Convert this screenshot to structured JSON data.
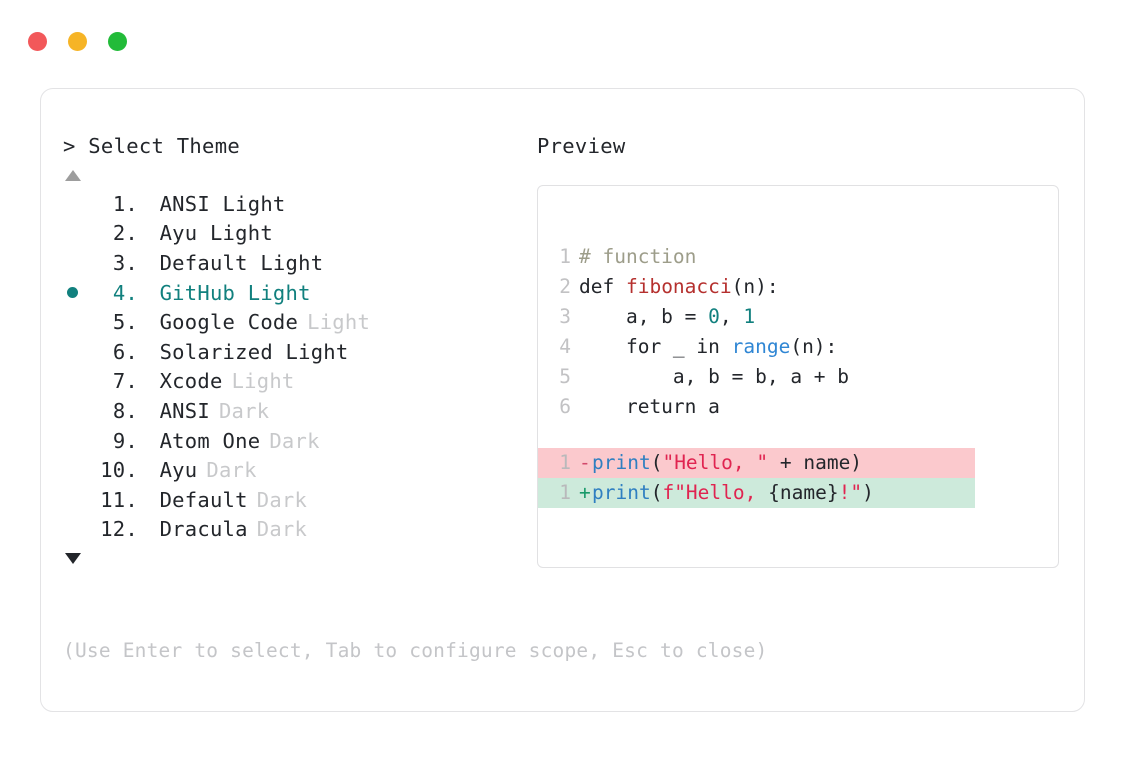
{
  "window": {
    "traffic_lights": [
      {
        "name": "close-button",
        "color": "#f2585a"
      },
      {
        "name": "minimize-button",
        "color": "#f6b426"
      },
      {
        "name": "maximize-button",
        "color": "#22bb39"
      }
    ]
  },
  "theme_panel": {
    "header": "> Select Theme",
    "scroll_up_icon": "triangle-up-icon",
    "scroll_down_icon": "triangle-down-icon",
    "selected_index": 4,
    "selected_bullet_color": "#11807e",
    "items": [
      {
        "index": "1.",
        "name": "ANSI Light",
        "suffix": "",
        "selected": false
      },
      {
        "index": "2.",
        "name": "Ayu Light",
        "suffix": "",
        "selected": false
      },
      {
        "index": "3.",
        "name": "Default Light",
        "suffix": "",
        "selected": false
      },
      {
        "index": "4.",
        "name": "GitHub Light",
        "suffix": "",
        "selected": true
      },
      {
        "index": "5.",
        "name": "Google Code",
        "suffix": "Light",
        "selected": false
      },
      {
        "index": "6.",
        "name": "Solarized Light",
        "suffix": "",
        "selected": false
      },
      {
        "index": "7.",
        "name": "Xcode",
        "suffix": "Light",
        "selected": false
      },
      {
        "index": "8.",
        "name": "ANSI",
        "suffix": "Dark",
        "selected": false
      },
      {
        "index": "9.",
        "name": "Atom One",
        "suffix": "Dark",
        "selected": false
      },
      {
        "index": "10.",
        "name": "Ayu",
        "suffix": "Dark",
        "selected": false
      },
      {
        "index": "11.",
        "name": "Default",
        "suffix": "Dark",
        "selected": false
      },
      {
        "index": "12.",
        "name": "Dracula",
        "suffix": "Dark",
        "selected": false
      }
    ]
  },
  "hint": "(Use Enter to select, Tab to configure scope, Esc to close)",
  "preview_panel": {
    "header": "Preview",
    "code_lines": [
      {
        "ln": "1",
        "tokens": [
          {
            "t": "# function",
            "c": "comment"
          }
        ]
      },
      {
        "ln": "2",
        "tokens": [
          {
            "t": "def ",
            "c": "plain"
          },
          {
            "t": "fibonacci",
            "c": "fn"
          },
          {
            "t": "(n):",
            "c": "plain"
          }
        ]
      },
      {
        "ln": "3",
        "tokens": [
          {
            "t": "    a, b = ",
            "c": "plain"
          },
          {
            "t": "0",
            "c": "num"
          },
          {
            "t": ", ",
            "c": "plain"
          },
          {
            "t": "1",
            "c": "num"
          }
        ]
      },
      {
        "ln": "4",
        "tokens": [
          {
            "t": "    for _ in ",
            "c": "plain"
          },
          {
            "t": "range",
            "c": "builtin"
          },
          {
            "t": "(n):",
            "c": "plain"
          }
        ]
      },
      {
        "ln": "5",
        "tokens": [
          {
            "t": "        a, b = b, a + b",
            "c": "plain"
          }
        ]
      },
      {
        "ln": "6",
        "tokens": [
          {
            "t": "    return a",
            "c": "plain"
          }
        ]
      }
    ],
    "diff_lines": [
      {
        "ln": "1",
        "sign": "-",
        "kind": "minus",
        "background": "#fbc9cd",
        "tokens": [
          {
            "t": "print",
            "c": "call"
          },
          {
            "t": "(",
            "c": "plain"
          },
          {
            "t": "\"Hello, \"",
            "c": "str"
          },
          {
            "t": " + name)",
            "c": "plain"
          }
        ]
      },
      {
        "ln": "1",
        "sign": "+",
        "kind": "plus",
        "background": "#cdeadb",
        "tokens": [
          {
            "t": "print",
            "c": "call"
          },
          {
            "t": "(",
            "c": "plain"
          },
          {
            "t": "f\"Hello, ",
            "c": "str"
          },
          {
            "t": "{name}",
            "c": "plain"
          },
          {
            "t": "!\"",
            "c": "str"
          },
          {
            "t": ")",
            "c": "plain"
          }
        ]
      }
    ]
  }
}
